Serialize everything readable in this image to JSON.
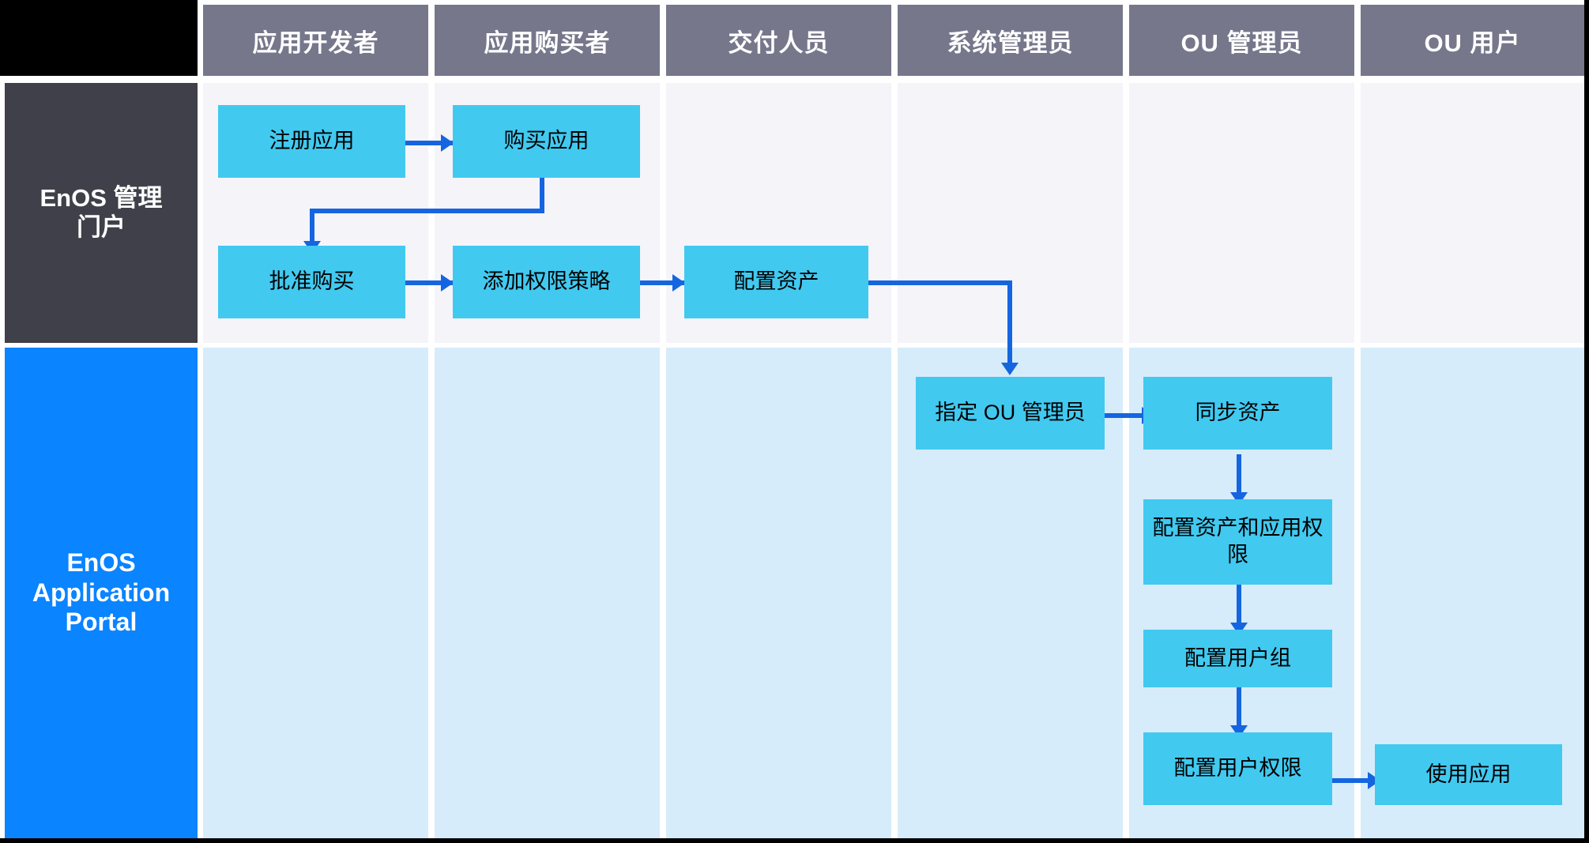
{
  "diagram": {
    "title": "EnOS Role Workflow Swimlane",
    "colors": {
      "header_bg": "#76778b",
      "header_text": "#ffffff",
      "lane0_label_bg": "#3f4049",
      "lane1_label_bg": "#0a84ff",
      "lane0_cell_bg": "#f4f4f9",
      "lane1_cell_bg": "#d6ecfa",
      "node_bg": "#41c9f0",
      "node_text": "#000000",
      "connector": "#1565e0",
      "corner_bg": "#000000",
      "frame_border": "#000000"
    }
  },
  "columns": [
    {
      "id": "app-developer",
      "label": "应用开发者"
    },
    {
      "id": "app-purchaser",
      "label": "应用购买者"
    },
    {
      "id": "delivery-staff",
      "label": "交付人员"
    },
    {
      "id": "system-admin",
      "label": "系统管理员"
    },
    {
      "id": "ou-admin",
      "label": "OU 管理员"
    },
    {
      "id": "ou-user",
      "label": "OU 用户"
    }
  ],
  "lanes": [
    {
      "id": "enos-admin-portal",
      "label": "EnOS 管理\n门户"
    },
    {
      "id": "enos-application-portal",
      "label": "EnOS\nApplication\nPortal"
    }
  ],
  "nodes": [
    {
      "id": "register-app",
      "label": "注册应用",
      "lane": "enos-admin-portal",
      "column": "app-developer"
    },
    {
      "id": "purchase-app",
      "label": "购买应用",
      "lane": "enos-admin-portal",
      "column": "app-purchaser"
    },
    {
      "id": "approve-purchase",
      "label": "批准购买",
      "lane": "enos-admin-portal",
      "column": "app-developer"
    },
    {
      "id": "add-policy",
      "label": "添加权限策略",
      "lane": "enos-admin-portal",
      "column": "app-purchaser"
    },
    {
      "id": "configure-asset",
      "label": "配置资产",
      "lane": "enos-admin-portal",
      "column": "delivery-staff"
    },
    {
      "id": "assign-ou-admin",
      "label": "指定 OU 管理员",
      "lane": "enos-application-portal",
      "column": "system-admin"
    },
    {
      "id": "sync-asset",
      "label": "同步资产",
      "lane": "enos-application-portal",
      "column": "ou-admin"
    },
    {
      "id": "config-asset-app-perm",
      "label": "配置资产和应用权限",
      "lane": "enos-application-portal",
      "column": "ou-admin"
    },
    {
      "id": "config-user-group",
      "label": "配置用户组",
      "lane": "enos-application-portal",
      "column": "ou-admin"
    },
    {
      "id": "config-user-perm",
      "label": "配置用户权限",
      "lane": "enos-application-portal",
      "column": "ou-admin"
    },
    {
      "id": "use-app",
      "label": "使用应用",
      "lane": "enos-application-portal",
      "column": "ou-user"
    }
  ],
  "edges": [
    {
      "from": "register-app",
      "to": "purchase-app",
      "style": "straight-right"
    },
    {
      "from": "purchase-app",
      "to": "approve-purchase",
      "style": "elbow-down-left"
    },
    {
      "from": "approve-purchase",
      "to": "add-policy",
      "style": "straight-right"
    },
    {
      "from": "add-policy",
      "to": "configure-asset",
      "style": "straight-right"
    },
    {
      "from": "configure-asset",
      "to": "assign-ou-admin",
      "style": "elbow-right-down"
    },
    {
      "from": "assign-ou-admin",
      "to": "sync-asset",
      "style": "straight-right"
    },
    {
      "from": "sync-asset",
      "to": "config-asset-app-perm",
      "style": "straight-down"
    },
    {
      "from": "config-asset-app-perm",
      "to": "config-user-group",
      "style": "straight-down"
    },
    {
      "from": "config-user-group",
      "to": "config-user-perm",
      "style": "straight-down"
    },
    {
      "from": "config-user-perm",
      "to": "use-app",
      "style": "straight-right"
    }
  ]
}
